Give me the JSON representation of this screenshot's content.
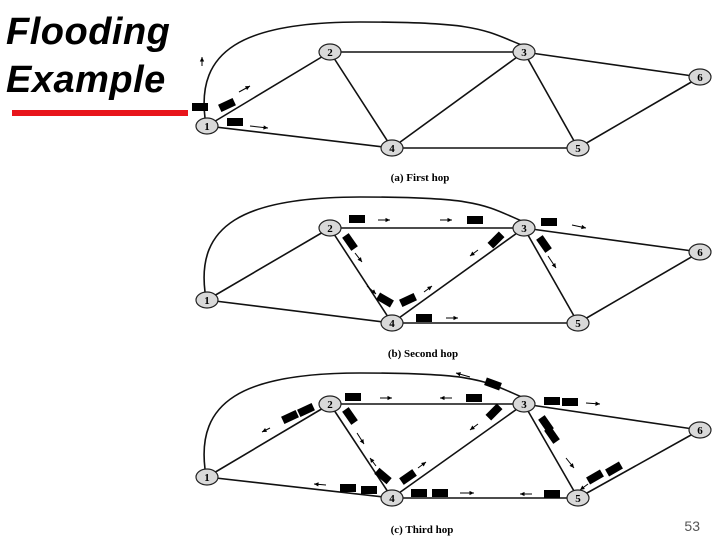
{
  "slide": {
    "title_line1": "Flooding",
    "title_line2": "Example",
    "page_number": "53",
    "accent_color": "#e8151b"
  },
  "diagram": {
    "nodes": [
      "1",
      "2",
      "3",
      "4",
      "5",
      "6"
    ],
    "edges": [
      [
        "1",
        "2"
      ],
      [
        "1",
        "3"
      ],
      [
        "1",
        "4"
      ],
      [
        "2",
        "3"
      ],
      [
        "2",
        "4"
      ],
      [
        "3",
        "4"
      ],
      [
        "3",
        "5"
      ],
      [
        "3",
        "6"
      ],
      [
        "4",
        "5"
      ],
      [
        "5",
        "6"
      ]
    ],
    "panels": [
      {
        "caption": "(a) First hop"
      },
      {
        "caption": "(b) Second hop"
      },
      {
        "caption": "(c) Third hop"
      }
    ]
  }
}
